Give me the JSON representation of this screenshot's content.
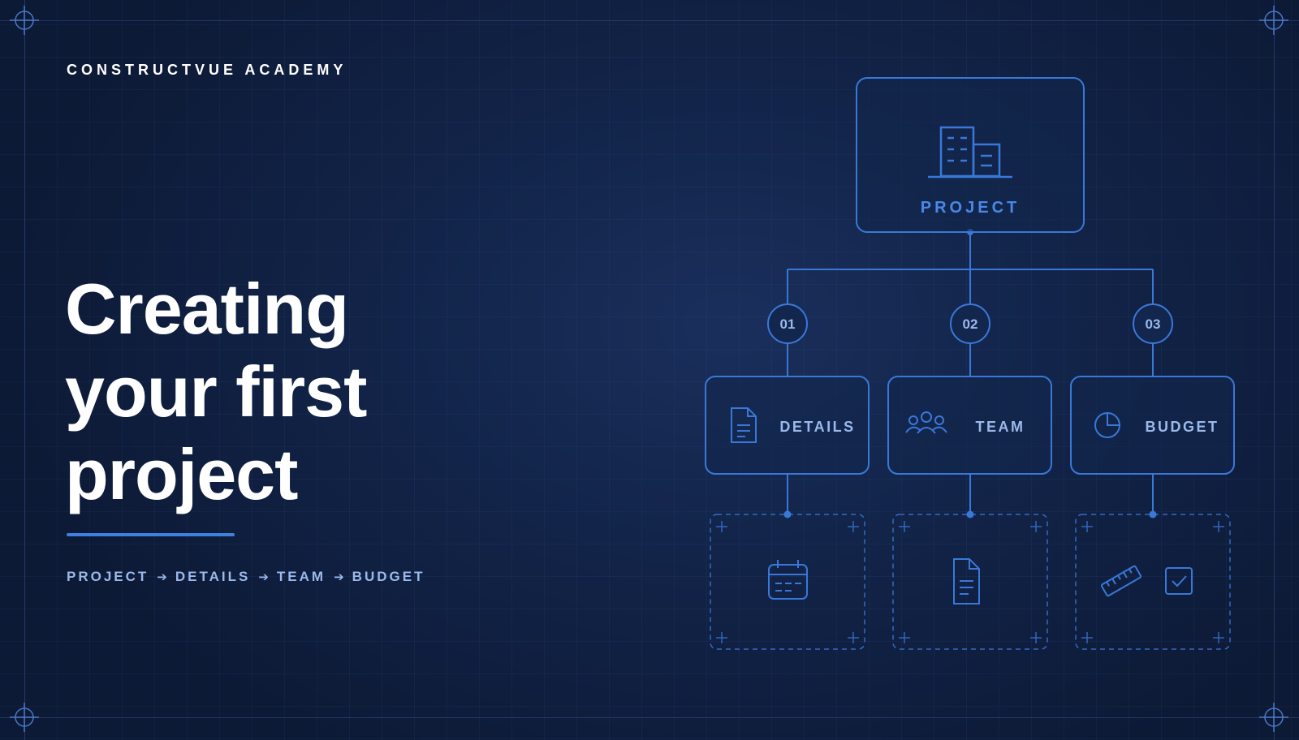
{
  "brand": "CONSTRUCTVUE ACADEMY",
  "title_lines": [
    "Creating",
    "your first",
    "project"
  ],
  "flow": {
    "steps": [
      "PROJECT",
      "DETAILS",
      "TEAM",
      "BUDGET"
    ],
    "separator": "➔"
  },
  "diagram": {
    "root": {
      "label": "PROJECT",
      "icon": "building-icon"
    },
    "branches": [
      {
        "number": "01",
        "label": "DETAILS",
        "icon": "document-icon",
        "sub_icons": [
          "calendar-icon"
        ]
      },
      {
        "number": "02",
        "label": "TEAM",
        "icon": "team-icon",
        "sub_icons": [
          "document-icon"
        ]
      },
      {
        "number": "03",
        "label": "BUDGET",
        "icon": "pie-chart-icon",
        "sub_icons": [
          "ruler-icon",
          "checkbox-icon"
        ]
      }
    ]
  },
  "colors": {
    "background": "#122449",
    "accent": "#3f7fe0",
    "label_muted": "#9bb9ea",
    "line": "#3a78d8"
  }
}
